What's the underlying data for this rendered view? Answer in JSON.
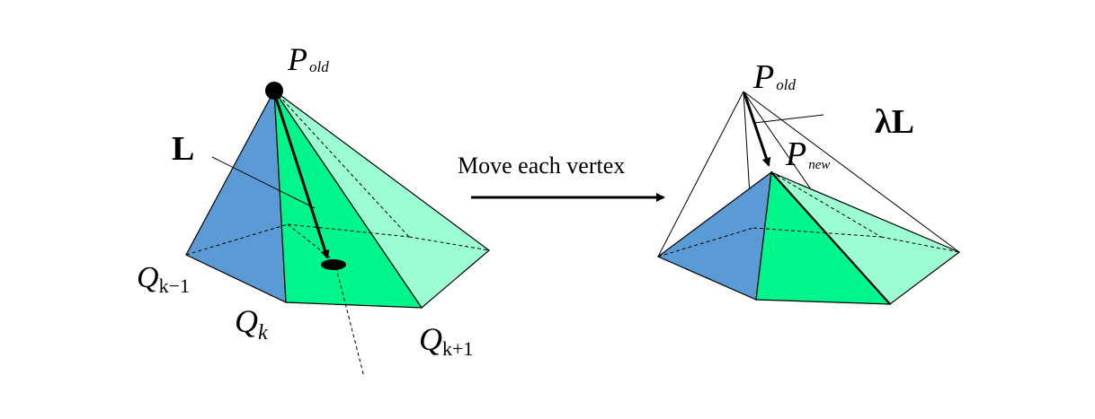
{
  "left_figure": {
    "p_old": {
      "base": "P",
      "sub": "old"
    },
    "vector_label": "L",
    "q_k_minus_1": {
      "base": "Q",
      "sub": "k−1"
    },
    "q_k": {
      "base": "Q",
      "sub": "k"
    },
    "q_k_plus_1": {
      "base": "Q",
      "sub": "k+1"
    }
  },
  "transition": {
    "label": "Move each vertex"
  },
  "right_figure": {
    "p_old": {
      "base": "P",
      "sub": "old"
    },
    "p_new": {
      "base": "P",
      "sub": "new"
    },
    "scaled_vector_label": "λL"
  },
  "colors": {
    "face_blue": "#5b9bd5",
    "face_green": "#00f58a",
    "face_light_green": "#9cfdd2",
    "stroke": "#000000"
  }
}
